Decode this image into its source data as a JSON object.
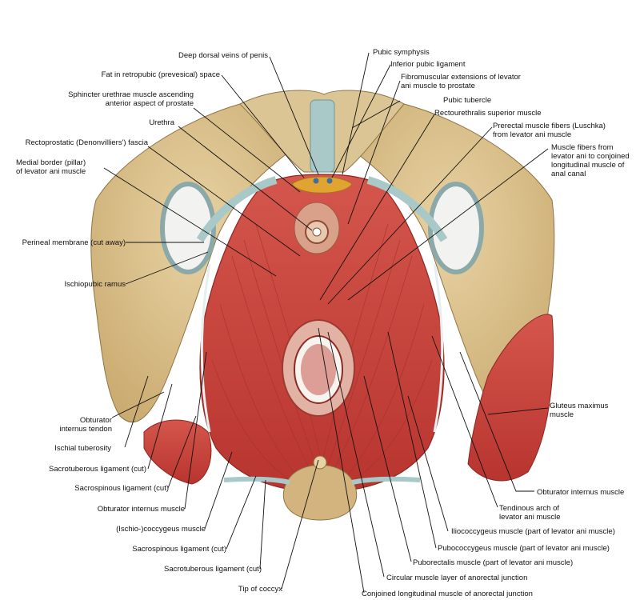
{
  "labels": {
    "deep_dorsal_veins": "Deep dorsal veins of penis",
    "fat_retropubic": "Fat in retropubic (prevesical) space",
    "sphincter_urethrae": "Sphincter urethrae muscle ascending\nanterior aspect of prostate",
    "urethra": "Urethra",
    "rectoprostatic_fascia": "Rectoprostatic (Denonvilliers') fascia",
    "medial_border": "Medial border (pillar)\nof levator ani muscle",
    "perineal_membrane": "Perineal membrane (cut away)",
    "ischiopubic_ramus": "Ischiopubic ramus",
    "obturator_internus_tendon": "Obturator\ninternus tendon",
    "ischial_tuberosity": "Ischial tuberosity",
    "sacrotuberous_cut_left": "Sacrotuberous ligament (cut)",
    "sacrospinous_cut_left": "Sacrospinous ligament (cut)",
    "obturator_internus_left": "Obturator internus muscle",
    "ischio_coccygeus": "(Ischio-)coccygeus muscle",
    "sacrospinous_cut_bottom": "Sacrospinous ligament (cut)",
    "sacrotuberous_cut_bottom": "Sacrotuberous ligament (cut)",
    "tip_coccyx": "Tip of coccyx",
    "pubic_symphysis": "Pubic symphysis",
    "inferior_pubic_ligament": "Inferior pubic ligament",
    "fibromuscular_extensions": "Fibromuscular extensions of levator\nani muscle to prostate",
    "pubic_tubercle": "Pubic tubercle",
    "rectourethralis": "Rectourethralis superior muscle",
    "prerectal_fibers": "Prerectal muscle fibers (Luschka)\nfrom levator ani muscle",
    "muscle_fibers_conjoined": "Muscle fibers from\nlevator ani to conjoined\nlongitudinal muscle of\nanal canal",
    "gluteus_maximus": "Gluteus maximus\nmuscle",
    "obturator_internus_right": "Obturator internus muscle",
    "tendinous_arch": "Tendinous arch of\nlevator ani muscle",
    "iliococcygeus": "Iliococcygeus muscle (part of levator ani muscle)",
    "pubococcygeus": "Pubococcygeus muscle (part of levator ani muscle)",
    "puborectalis": "Puborectalis muscle (part of levator ani muscle)",
    "circular_muscle": "Circular muscle layer of anorectal junction",
    "conjoined_longitudinal": "Conjoined longitudinal muscle of anorectal junction"
  },
  "colors": {
    "muscle": "#c8463e",
    "muscle_dark": "#9e2a25",
    "bone": "#d9c08f",
    "ligament": "#a9c9c9",
    "fat": "#e0a432",
    "leader": "#111111"
  }
}
